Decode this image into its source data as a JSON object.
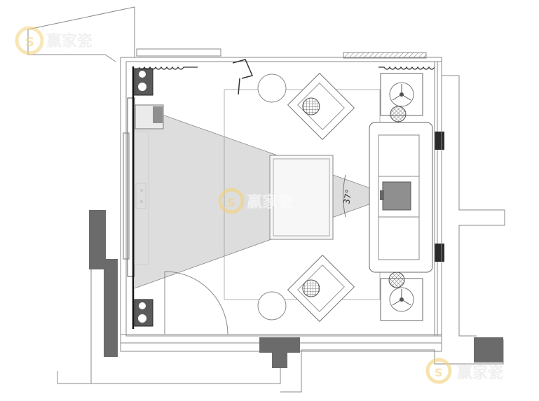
{
  "floor_plan": {
    "angle_label": "37°",
    "watermarks": [
      {
        "text": "赢家瓷"
      },
      {
        "text": "赢家瓷"
      },
      {
        "text": "赢家瓷"
      }
    ]
  },
  "colors": {
    "line": "#7a7a7a",
    "wall_fill": "#6b6b6b",
    "projection_fill": "#d9d9d9",
    "watermark_gold": "#f3d27a",
    "watermark_text": "#e6e6e6"
  }
}
